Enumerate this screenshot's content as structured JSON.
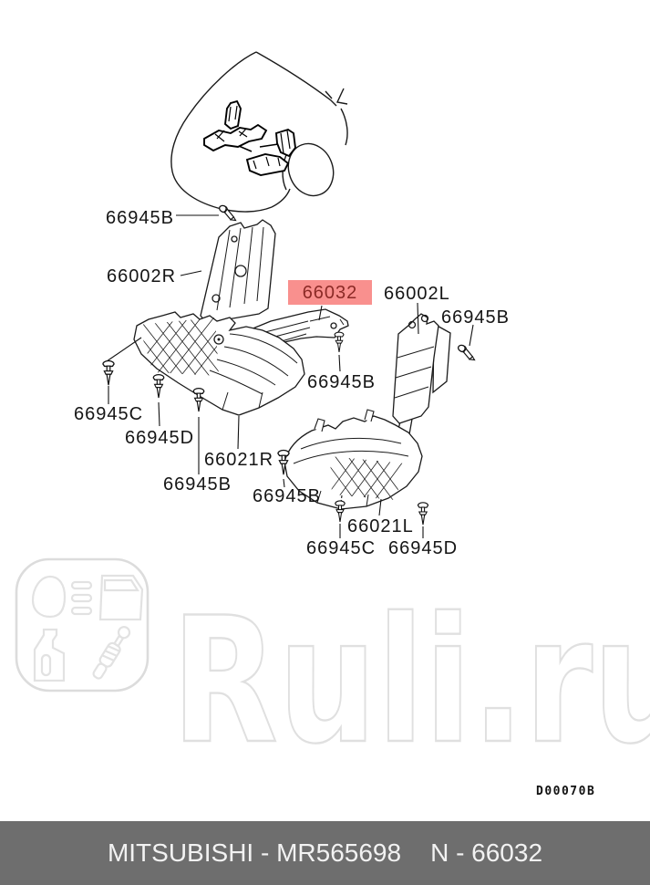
{
  "diagram": {
    "callouts": [
      {
        "code": "66945B"
      },
      {
        "code": "66002R"
      },
      {
        "code": "66032"
      },
      {
        "code": "66002L"
      },
      {
        "code": "66945B"
      },
      {
        "code": "66945B"
      },
      {
        "code": "66945C"
      },
      {
        "code": "66945D"
      },
      {
        "code": "66021R"
      },
      {
        "code": "66945B"
      },
      {
        "code": "66945B"
      },
      {
        "code": "66021L"
      },
      {
        "code": "66945C"
      },
      {
        "code": "66945D"
      }
    ],
    "highlight": {
      "code": "66032",
      "bg": "#f9908e",
      "fg": "#8b2a26"
    },
    "doc_code": "D00070B"
  },
  "watermark": {
    "text": "Ruli.ru"
  },
  "footer": {
    "left": "MITSUBISHI - MR565698",
    "right": "N - 66032",
    "bg": "#6e6e6e",
    "fg": "#f2f2f2"
  }
}
